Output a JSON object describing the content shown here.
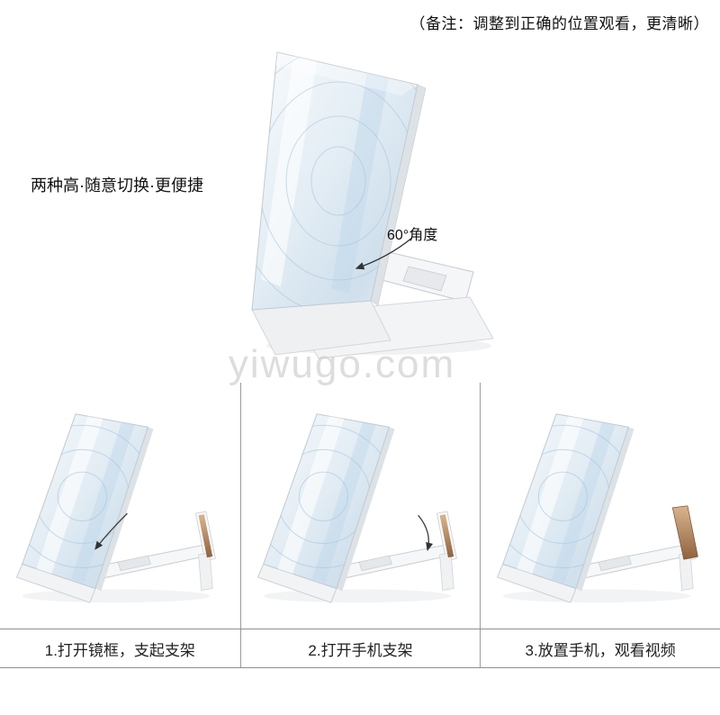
{
  "note_top": "（备注：调整到正确的位置观看，更清晰）",
  "feature_label": "两种高·随意切换·更便捷",
  "main": {
    "angle_label": "60°角度"
  },
  "watermark": "yiwugo.com",
  "steps": [
    {
      "caption": "1.打开镜框，支起支架"
    },
    {
      "caption": "2.打开手机支架"
    },
    {
      "caption": "3.放置手机，观看视频"
    }
  ],
  "colors": {
    "background": "#ffffff",
    "text": "#111111",
    "divider_vertical": "#9b9b9b",
    "divider_horizontal": "#8f8f8f",
    "watermark": "#c7c7c7",
    "lens_tint": "#cfdfec",
    "device_body": "#f5f6f8",
    "device_outline": "#c6ccd1",
    "phone_gold": "#b07a52",
    "annotation_arrow": "#333333"
  }
}
